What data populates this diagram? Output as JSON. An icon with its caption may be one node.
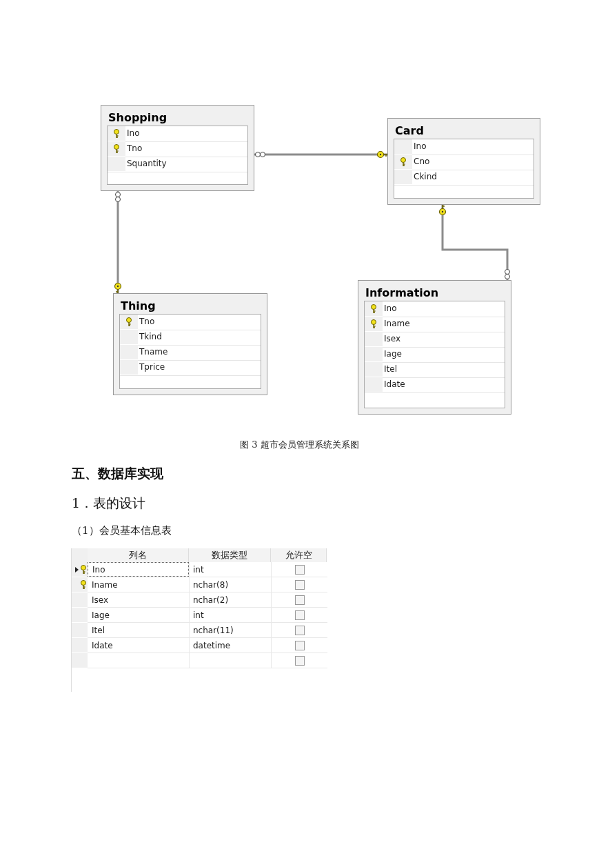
{
  "diagram": {
    "caption": "图 3 超市会员管理系统关系图",
    "nodes": [
      {
        "text": [
          "Shopping",
          "Ino",
          "Tno",
          "Squantity"
        ]
      },
      {
        "text": [
          "Card",
          "Ino",
          "Cno",
          "Ckind"
        ]
      },
      {
        "text": [
          "Thing",
          "Tno",
          "Tkind",
          "Tname",
          "Tprice"
        ]
      },
      {
        "text": [
          "Information",
          "Ino",
          "Iname",
          "Isex",
          "Iage",
          "Itel",
          "Idate"
        ]
      }
    ],
    "edges": [
      {
        "from": 0,
        "to": 1,
        "arrow": "other"
      },
      {
        "from": 0,
        "to": 2,
        "arrow": "other"
      },
      {
        "from": 1,
        "to": 3,
        "arrow": "other"
      }
    ],
    "labels": [
      "五、数据库实现",
      "1．表的设计",
      "（1）会员基本信息表",
      "列名",
      "数据类型",
      "允许空",
      "Ino",
      "int",
      "Iname",
      "nchar(8)",
      "Isex",
      "nchar(2)",
      "Iage",
      "int",
      "Itel",
      "nchar(11)",
      "Idate",
      "datetime"
    ]
  }
}
